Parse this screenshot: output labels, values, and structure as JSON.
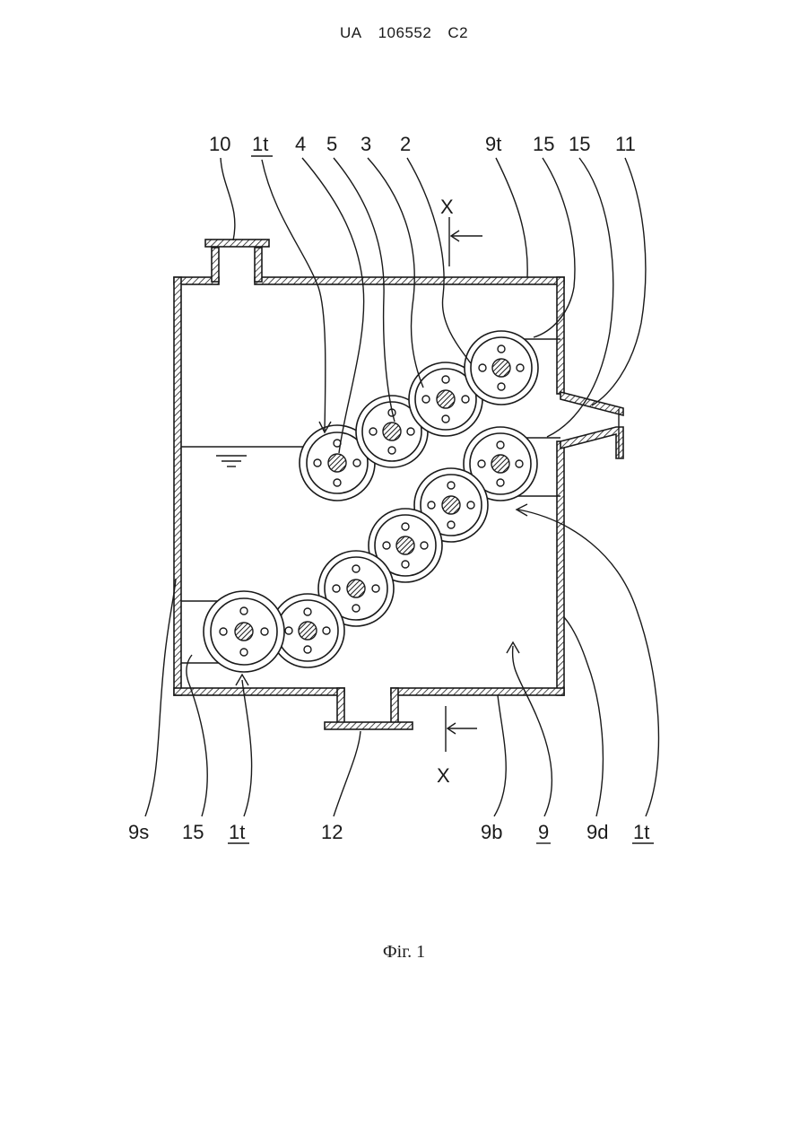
{
  "header": {
    "country": "UA",
    "number": "106552",
    "kind": "C2"
  },
  "labels": {
    "l10": "10",
    "l1t_top": "1t",
    "l4": "4",
    "l5": "5",
    "l3": "3",
    "l2": "2",
    "l9t": "9t",
    "l15a": "15",
    "l15b": "15",
    "l11": "11",
    "x_top": "X",
    "x_bottom": "X",
    "l9s": "9s",
    "l15c": "15",
    "l1t_bl": "1t",
    "l12": "12",
    "l9b": "9b",
    "l9": "9",
    "l9d": "9d",
    "l1t_br": "1t"
  },
  "caption": "Фіг. 1"
}
